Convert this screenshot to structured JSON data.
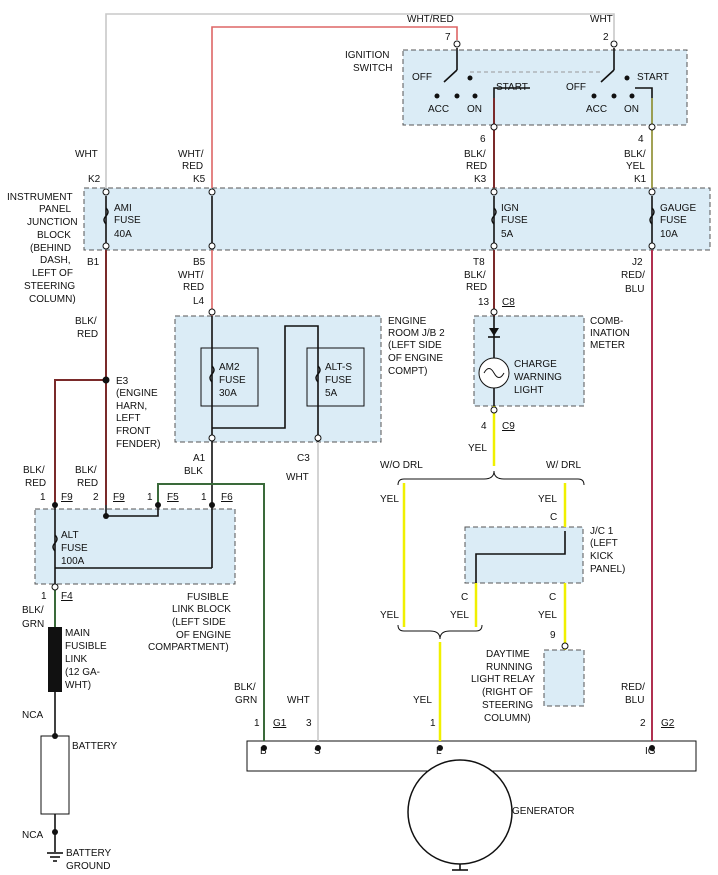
{
  "labels": {
    "top_wht_red": "WHT/RED",
    "top_wht": "WHT",
    "ign_pin7": "7",
    "ign_pin2": "2",
    "ignition_switch_1": "IGNITION",
    "ignition_switch_2": "SWITCH",
    "off_l": "OFF",
    "start_l": "START",
    "acc_l": "ACC",
    "on_l": "ON",
    "off_r": "OFF",
    "start_r": "START",
    "acc_r": "ACC",
    "on_r": "ON",
    "ign_pin6": "6",
    "ign_pin4": "4",
    "k2_wire": "WHT",
    "k5_wire_1": "WHT/",
    "k5_wire_2": "RED",
    "k3_wire_1": "BLK/",
    "k3_wire_2": "RED",
    "k1_wire_1": "BLK/",
    "k1_wire_2": "YEL",
    "k2": "K2",
    "k5": "K5",
    "k3": "K3",
    "k1": "K1",
    "ipjb_1": "INSTRUMENT",
    "ipjb_2": "PANEL",
    "ipjb_3": "JUNCTION",
    "ipjb_4": "BLOCK",
    "ipjb_5": "(BEHIND",
    "ipjb_6": "DASH,",
    "ipjb_7": "LEFT OF",
    "ipjb_8": "STEERING",
    "ipjb_9": "COLUMN)",
    "ami_1": "AMI",
    "ami_2": "FUSE",
    "ami_3": "40A",
    "ign_1": "IGN",
    "ign_2": "FUSE",
    "ign_3": "5A",
    "gauge_1": "GAUGE",
    "gauge_2": "FUSE",
    "gauge_3": "10A",
    "b1": "B1",
    "b5": "B5",
    "t8": "T8",
    "j2": "J2",
    "b5_wire_1": "WHT/",
    "b5_wire_2": "RED",
    "l4": "L4",
    "t8_wire_1": "BLK/",
    "t8_wire_2": "RED",
    "j2_wire_1": "RED/",
    "j2_wire_2": "BLU",
    "c8_pin": "13",
    "c8": "C8",
    "b1_wire_1": "BLK/",
    "b1_wire_2": "RED",
    "erjb_1": "ENGINE",
    "erjb_2": "ROOM J/B 2",
    "erjb_3": "(LEFT SIDE",
    "erjb_4": "OF ENGINE",
    "erjb_5": "COMPT)",
    "am2_1": "AM2",
    "am2_2": "FUSE",
    "am2_3": "30A",
    "alts_1": "ALT-S",
    "alts_2": "FUSE",
    "alts_3": "5A",
    "comb_1": "COMB-",
    "comb_2": "INATION",
    "comb_3": "METER",
    "charge_1": "CHARGE",
    "charge_2": "WARNING",
    "charge_3": "LIGHT",
    "e3_1": "E3",
    "e3_2": "(ENGINE",
    "e3_3": "HARN,",
    "e3_4": "LEFT",
    "e3_5": "FRONT",
    "e3_6": "FENDER)",
    "c9_pin": "4",
    "c9": "C9",
    "c9_wire": "YEL",
    "a1": "A1",
    "c3": "C3",
    "a1_wire": "BLK",
    "c3_wire": "WHT",
    "wo_drl": "W/O DRL",
    "w_drl": "W/ DRL",
    "f9a_w1": "BLK/",
    "f9a_w2": "RED",
    "f9b_w1": "BLK/",
    "f9b_w2": "RED",
    "f9a_pin": "1",
    "f9a": "F9",
    "f9b_pin": "2",
    "f9b": "F9",
    "f5_pin": "1",
    "f5": "F5",
    "f6_pin": "1",
    "f6": "F6",
    "yel_l_top": "YEL",
    "yel_r_top": "YEL",
    "c_top": "C",
    "jc1_1": "J/C 1",
    "jc1_2": "(LEFT",
    "jc1_3": "KICK",
    "jc1_4": "PANEL)",
    "alt_1": "ALT",
    "alt_2": "FUSE",
    "alt_3": "100A",
    "f4_pin": "1",
    "f4": "F4",
    "fl_1": "FUSIBLE",
    "fl_2": "LINK BLOCK",
    "fl_3": "(LEFT SIDE",
    "fl_4": "OF ENGINE",
    "fl_5": "COMPARTMENT)",
    "c_l": "C",
    "c_r": "C",
    "yel_l_bot": "YEL",
    "yel_mid": "YEL",
    "yel_r_bot": "YEL",
    "f4_wire_1": "BLK/",
    "f4_wire_2": "GRN",
    "mfl_1": "MAIN",
    "mfl_2": "FUSIBLE",
    "mfl_3": "LINK",
    "mfl_4": "(12 GA-",
    "mfl_5": "WHT)",
    "drl_pin": "9",
    "drl_1": "DAYTIME",
    "drl_2": "RUNNING",
    "drl_3": "LIGHT RELAY",
    "drl_4": "(RIGHT OF",
    "drl_5": "STEERING",
    "drl_6": "COLUMN)",
    "g1_w1": "BLK/",
    "g1_w2": "GRN",
    "s_wire": "WHT",
    "l_wire": "YEL",
    "ig_w1": "RED/",
    "ig_w2": "BLU",
    "nca_top": "NCA",
    "battery": "BATTERY",
    "g1_pin": "1",
    "g1": "G1",
    "s_pin": "3",
    "l_pin": "1",
    "g2_pin": "2",
    "g2": "G2",
    "term_b": "B",
    "term_s": "S",
    "term_l": "L",
    "term_ig": "IG",
    "generator": "GENERATOR",
    "nca_bot": "NCA",
    "bg_1": "BATTERY",
    "bg_2": "GROUND"
  }
}
